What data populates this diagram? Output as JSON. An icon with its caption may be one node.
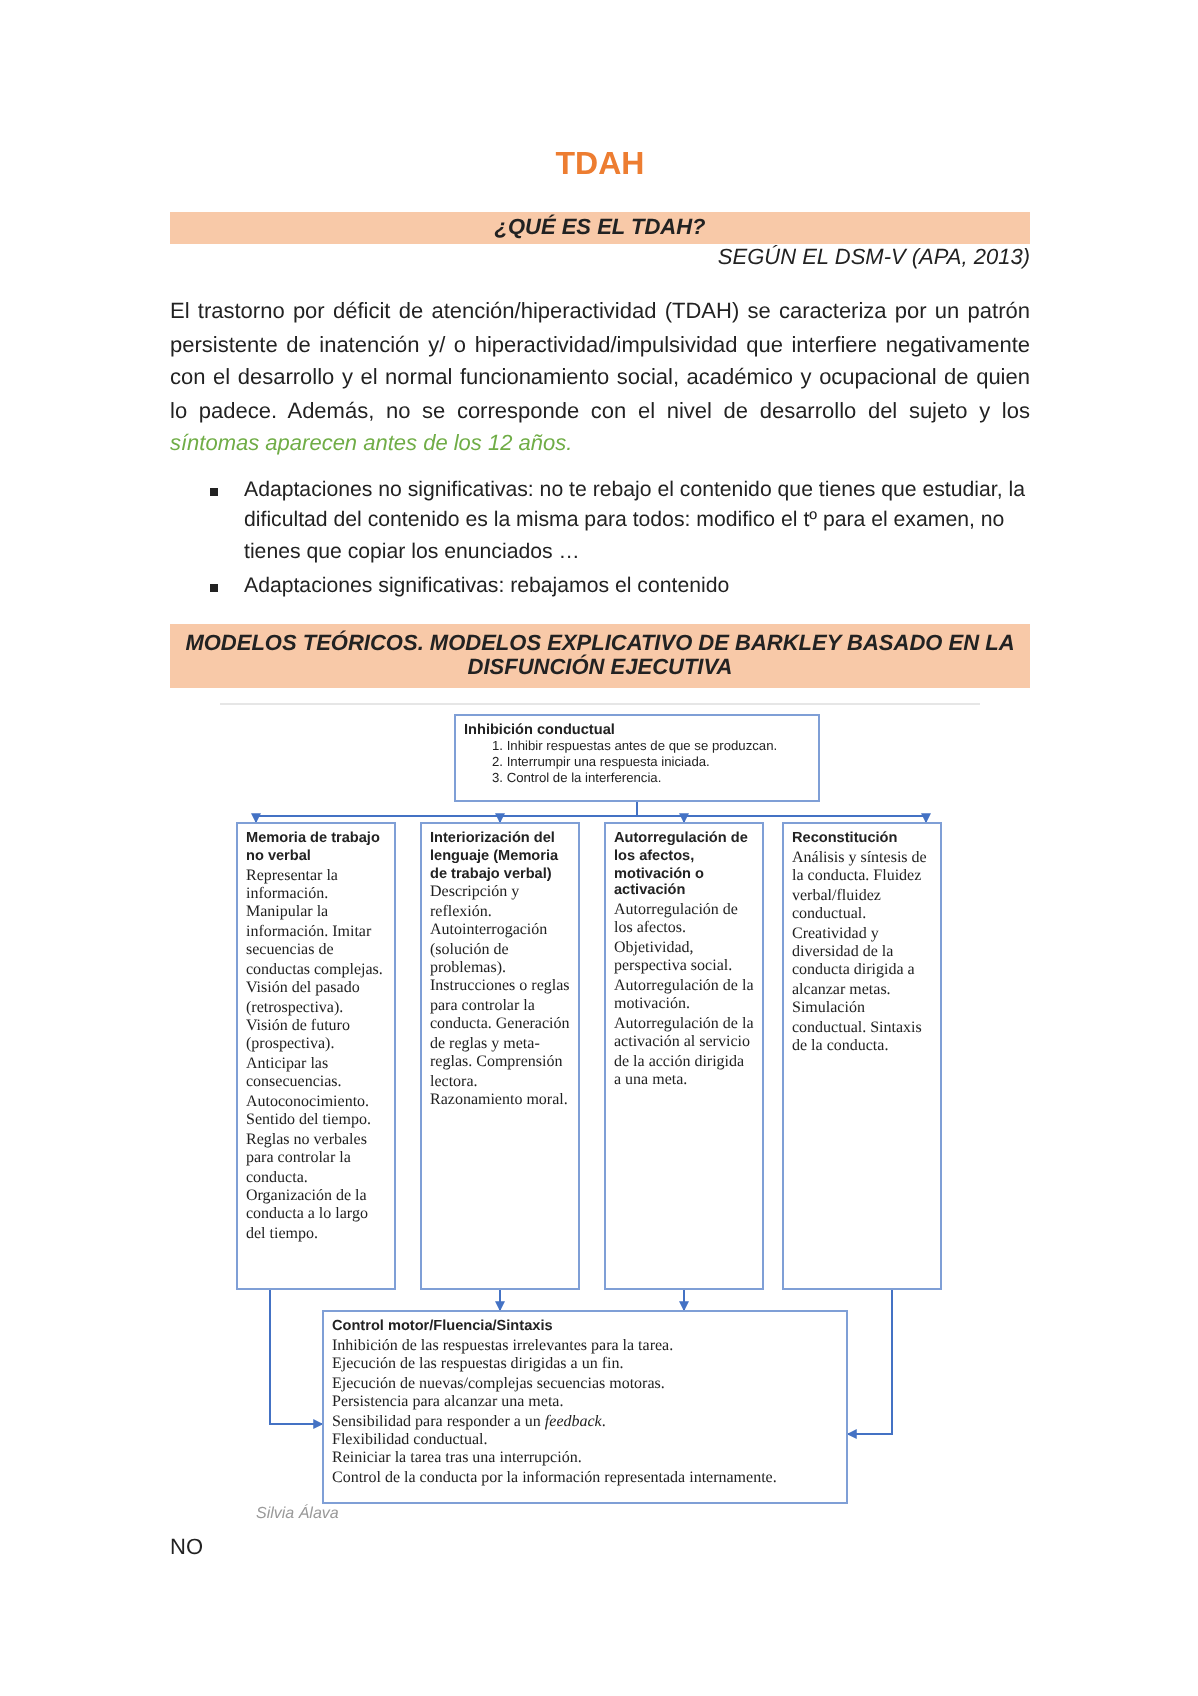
{
  "diagram": {
    "title": "TDAH",
    "nodes": [
      {
        "text": [
          "¿QUÉ ES EL TDAH?"
        ]
      },
      {
        "text": [
          "MODELOS TEÓRICOS. MODELOS EXPLICATIVO DE BARKLEY BASADO EN LA DISFUNCIÓN EJECUTIVA"
        ]
      },
      {
        "text": [
          "Inhibición conductual",
          "1. Inhibir respuestas antes de que se produzcan.",
          "2. Interrumpir una respuesta iniciada.",
          "3. Control de la interferencia."
        ]
      },
      {
        "text": [
          "Memoria de trabajo no verbal",
          "Representar la información. Manipular la información. Imitar secuencias de conductas complejas. Visión del pasado (retrospectiva). Visión de futuro (prospectiva). Anticipar las consecuencias. Autoconocimiento. Sentido del tiempo. Reglas no verbales para controlar la conducta. Organización de la conducta a lo largo del tiempo."
        ]
      },
      {
        "text": [
          "Interiorización del lenguaje (Memoria de trabajo verbal)",
          "Descripción y reflexión. Autointerrogación (solución de problemas). Instrucciones o reglas para controlar la conducta. Generación de reglas y meta-reglas. Comprensión lectora. Razonamiento moral."
        ]
      },
      {
        "text": [
          "Autorregulación de los afectos, motivación o activación",
          "Autorregulación de los afectos. Objetividad, perspectiva social. Autorregulación de la motivación. Autorregulación de la activación al servicio de la acción dirigida a una meta."
        ]
      },
      {
        "text": [
          "Reconstitución",
          "Análisis y síntesis de la conducta. Fluidez verbal/fluidez conductual. Creatividad y diversidad de la conducta dirigida a alcanzar metas. Simulación conductual. Sintaxis de la conducta."
        ]
      },
      {
        "text": [
          "Control motor/Fluencia/Sintaxis",
          "Inhibición de las respuestas irrelevantes para la tarea.",
          "Ejecución de las respuestas dirigidas a un fin.",
          "Ejecución de nuevas/complejas secuencias motoras.",
          "Persistencia para alcanzar una meta.",
          "Sensibilidad para responder a un *feedback*.",
          "Flexibilidad conductual.",
          "Reiniciar la tarea tras una interrupción.",
          "Control de la conducta por la información representada internamente."
        ]
      }
    ],
    "edges": [
      {
        "from": 2,
        "to": 3,
        "arrow": "to"
      },
      {
        "from": 2,
        "to": 4,
        "arrow": "to"
      },
      {
        "from": 2,
        "to": 5,
        "arrow": "to"
      },
      {
        "from": 2,
        "to": 6,
        "arrow": "to"
      },
      {
        "from": 3,
        "to": 7,
        "arrow": "to"
      },
      {
        "from": 4,
        "to": 7,
        "arrow": "to"
      },
      {
        "from": 5,
        "to": 7,
        "arrow": "to"
      },
      {
        "from": 6,
        "to": 7,
        "arrow": "to"
      }
    ],
    "labels": [
      "SEGÚN EL DSM-V (APA, 2013)",
      "El trastorno por déficit de atención/hiperactividad (TDAH) se caracteriza por un patrón persistente de inatención y/ o hiperactividad/impulsividad que interfiere negativamente con el desarrollo y el normal funcionamiento social, académico y ocupacional de quien lo padece. Además, no se corresponde con el nivel de desarrollo del sujeto y los *síntomas aparecen antes de los 12 años.*",
      "Adaptaciones no significativas: no te rebajo el contenido que tienes que estudiar, la dificultad del contenido es la misma para todos: modifico el tº para el examen, no tienes que copiar los enunciados …",
      "Adaptaciones significativas: rebajamos el contenido",
      "NO",
      "Silvia Álava"
    ]
  }
}
